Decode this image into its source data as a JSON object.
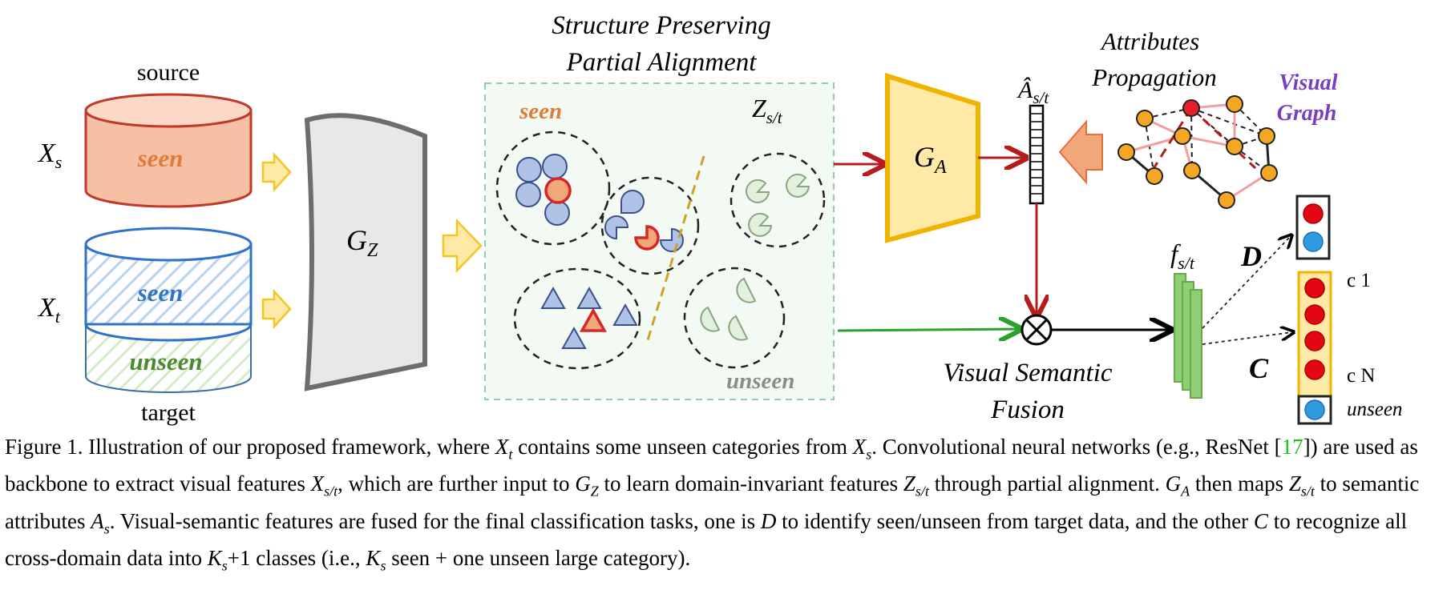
{
  "figure": {
    "source_label": "source",
    "target_label": "target",
    "xs_label": "X",
    "xs_sub": "s",
    "xt_label": "X",
    "xt_sub": "t",
    "seen_source": "seen",
    "seen_target": "seen",
    "unseen_target": "unseen",
    "gz_label": "G",
    "gz_sub": "Z",
    "spa_title_line1": "Structure Preserving",
    "spa_title_line2": "Partial Alignment",
    "panel_seen": "seen",
    "panel_unseen": "unseen",
    "zst_label": "Z",
    "zst_sub": "s/t",
    "ga_label": "G",
    "ga_sub": "A",
    "ahat_label": "Â",
    "ahat_sub": "s/t",
    "attr_prop_line1": "Attributes",
    "attr_prop_line2": "Propagation",
    "visual_graph_line1": "Visual",
    "visual_graph_line2": "Graph",
    "vsf_line1": "Visual Semantic",
    "vsf_line2": "Fusion",
    "fst_label": "f",
    "fst_sub": "s/t",
    "d_label": "D",
    "c_label": "C",
    "c1_label": "c 1",
    "cn_label": "c N",
    "unseen_out_label": "unseen",
    "colors": {
      "seen_orange": "#e07b39",
      "seen_blue": "#2f72c9",
      "unseen_green": "#4c8a2f",
      "visual_graph_purple": "#7a3fbf",
      "gz_grey": "#e8e8e8",
      "ga_yellow": "#ffe9a6",
      "arrow_red": "#b71c1c",
      "arrow_green": "#2ca02c",
      "ref_green": "#19c219"
    }
  },
  "caption": {
    "p1": "Figure 1. Illustration of our proposed framework, where ",
    "v1": "X",
    "v1_sub": "t",
    "p2": " contains some unseen categories from ",
    "v2": "X",
    "v2_sub": "s",
    "p3": ". Convolutional neural networks (e.g., ResNet [",
    "ref": "17",
    "p4": "]) are used as backbone to extract visual features ",
    "v3": "X",
    "v3_sub": "s/t",
    "p5": ", which are further input to ",
    "v4": "G",
    "v4_sub": "Z",
    "p6": " to learn domain-invariant features ",
    "v5": "Z",
    "v5_sub": "s/t",
    "p7": " through partial alignment. ",
    "v6": "G",
    "v6_sub": "A",
    "p8": " then maps ",
    "v7": "Z",
    "v7_sub": "s/t",
    "p9": " to semantic attributes ",
    "v8": "A",
    "v8_sub": "s",
    "p10": ". Visual-semantic features are fused for the final classification tasks, one is ",
    "v9": "D",
    "p11": " to identify seen/unseen from target data, and the other ",
    "v10": "C",
    "p12": " to recognize all cross-domain data into ",
    "v11": "K",
    "v11_sub": "s",
    "p13": "+1 classes (i.e., ",
    "v12": "K",
    "v12_sub": "s",
    "p14": " seen + one unseen large category)."
  }
}
